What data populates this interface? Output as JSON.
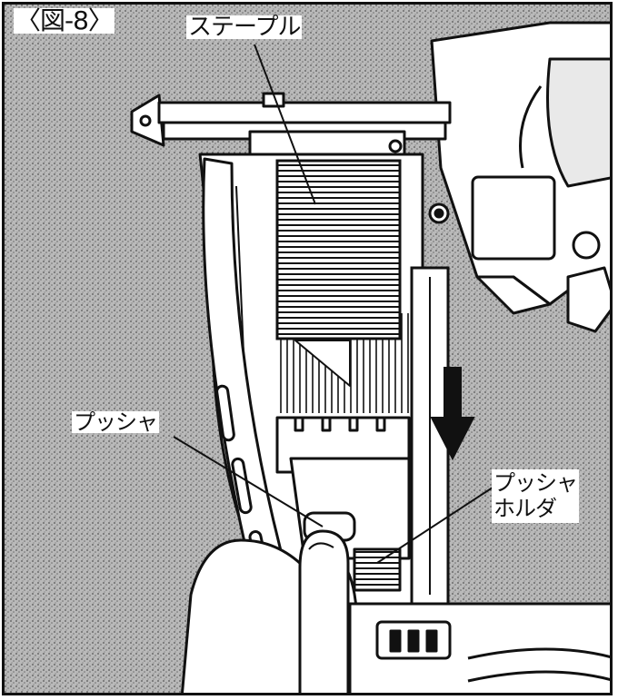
{
  "figure": {
    "label": "〈図-8〉"
  },
  "callouts": {
    "staple": "ステープル",
    "pusher": "プッシャ",
    "pusher_holder_line1": "プッシャ",
    "pusher_holder_line2": "ホルダ"
  },
  "colors": {
    "ink": "#111111",
    "paper": "#ffffff",
    "stipple": "#8a8a8a"
  }
}
